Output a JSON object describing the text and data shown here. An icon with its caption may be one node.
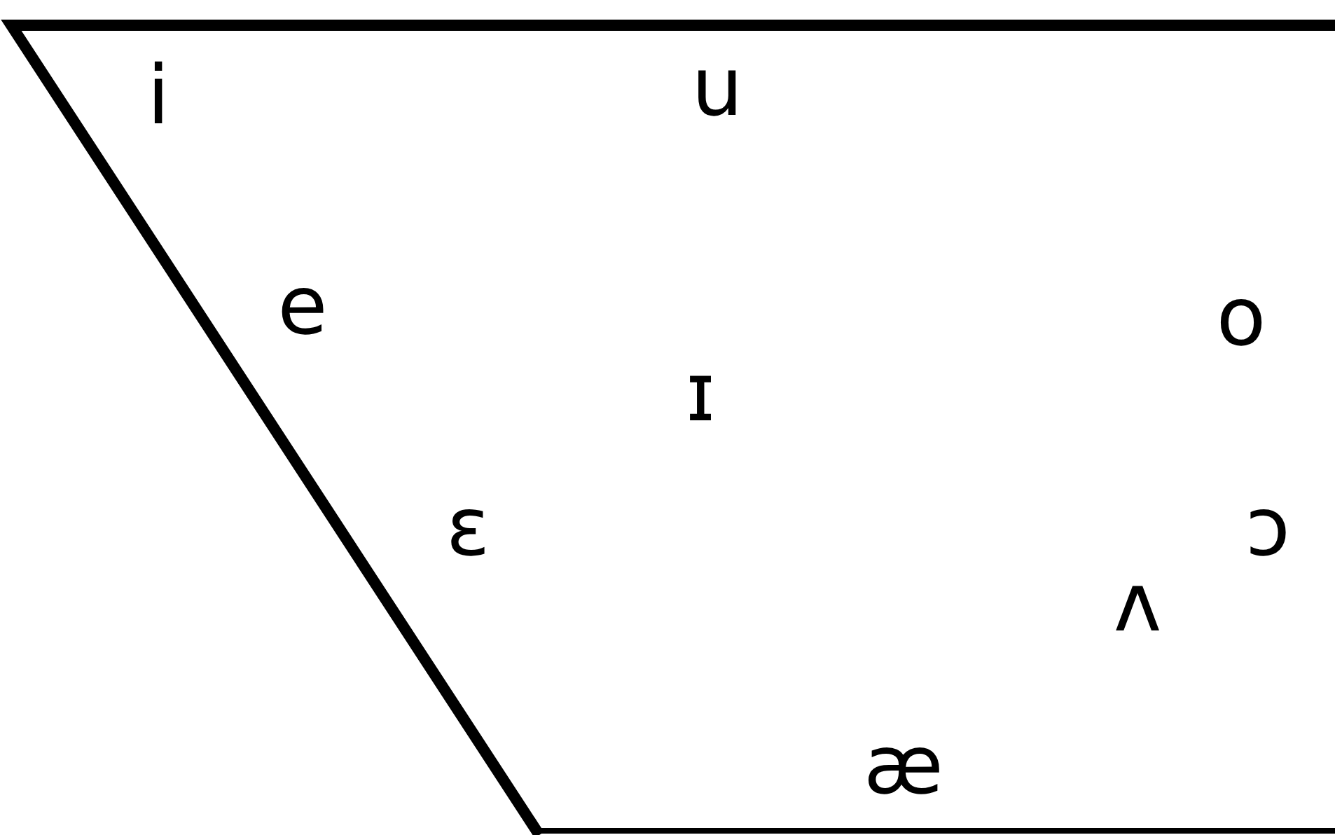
{
  "diagram": {
    "labels": [
      "i",
      "u",
      "e",
      "o",
      "ɪ",
      "ɛ",
      "ɔ",
      "ʌ",
      "æ"
    ]
  }
}
